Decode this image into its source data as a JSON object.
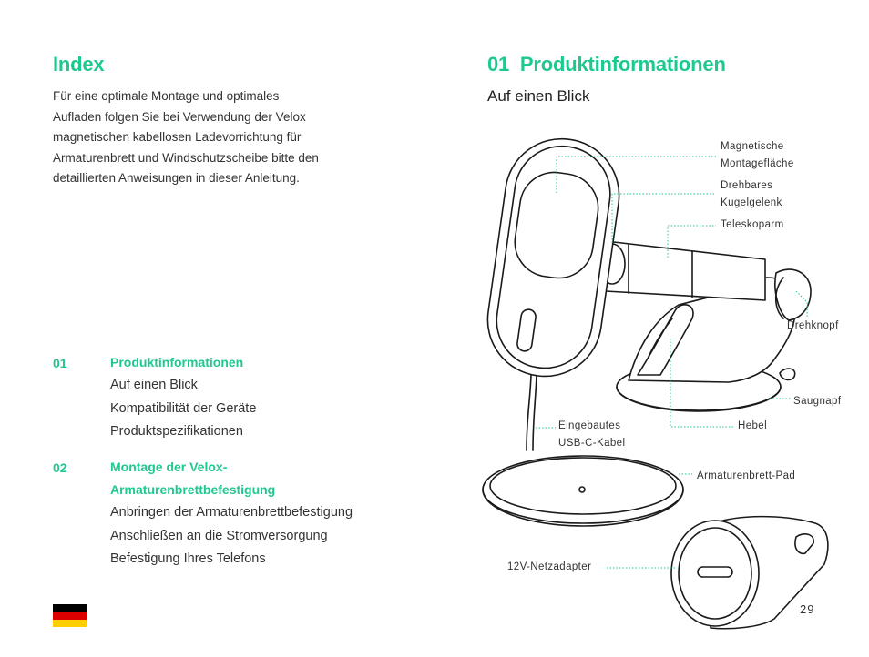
{
  "left": {
    "title": "Index",
    "intro_lines": [
      "Für eine optimale Montage und optimales",
      "Aufladen folgen Sie bei Verwendung der Velox",
      "magnetischen kabellosen Ladevorrichtung für",
      "Armaturenbrett und Windschutzscheibe bitte den",
      "detaillierten Anweisungen in dieser Anleitung."
    ],
    "toc": [
      {
        "num": "01",
        "heading_lines": [
          "Produktinformationen"
        ],
        "items": [
          "Auf einen Blick",
          "Kompatibilität der Geräte",
          "Produktspezifikationen"
        ]
      },
      {
        "num": "02",
        "heading_lines": [
          "Montage der Velox-",
          "Armaturenbrettbefestigung"
        ],
        "items": [
          "Anbringen der Armaturenbrettbefestigung",
          "Anschließen an die Stromversorgung",
          "Befestigung Ihres Telefons"
        ]
      }
    ],
    "flag_colors": [
      "#000000",
      "#dd0000",
      "#ffce00"
    ]
  },
  "right": {
    "section_num": "01",
    "section_title": "Produktinformationen",
    "subtitle": "Auf einen Blick",
    "labels": {
      "magnetic_1": "Magnetische",
      "magnetic_2": "Montagefläche",
      "ball_1": "Drehbares",
      "ball_2": "Kugelgelenk",
      "telescope": "Teleskoparm",
      "knob": "Drehknopf",
      "suction": "Saugnapf",
      "lever": "Hebel",
      "usb_1": "Eingebautes",
      "usb_2": "USB-C-Kabel",
      "pad": "Armaturenbrett-Pad",
      "adapter": "12V-Netzadapter"
    },
    "page_number": "29",
    "accent_color": "#1ec98d"
  }
}
